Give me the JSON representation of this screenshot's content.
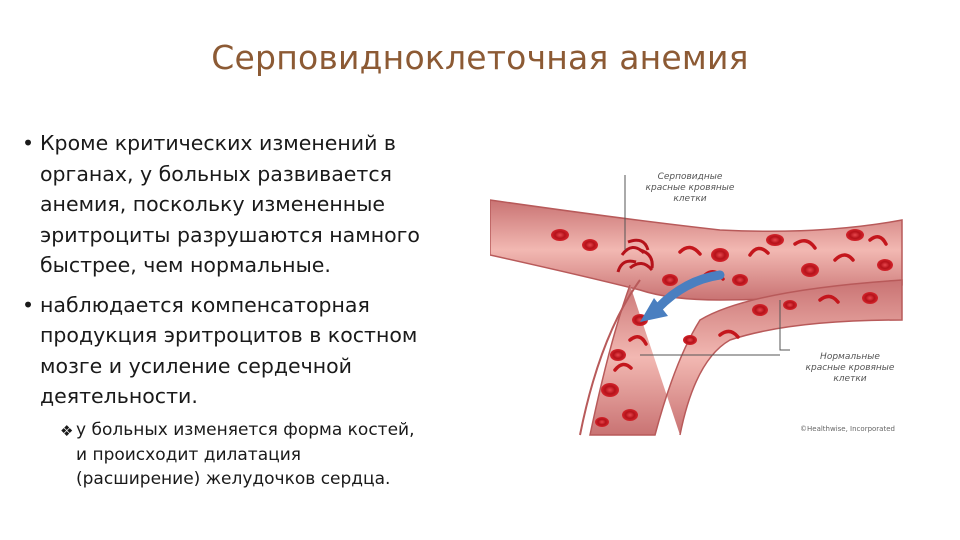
{
  "slide": {
    "title": "Серповидноклеточная анемия",
    "bullets": [
      {
        "marker": "•",
        "lines": [
          "Кроме критических изменений в",
          "органах, у больных развивается",
          "анемия, поскольку измененные",
          "эритроциты разрушаются намного",
          "быстрее, чем нормальные."
        ]
      },
      {
        "marker": "•",
        "lines": [
          "наблюдается компенсаторная",
          "продукция эритроцитов в костном",
          "мозге и усиление сердечной",
          "деятельности."
        ]
      }
    ],
    "sub_bullet": {
      "marker": "❖",
      "lines": [
        "у больных изменяется форма костей,",
        "и происходит дилатация",
        "(расширение) желудочков сердца."
      ]
    }
  },
  "figure": {
    "label_sickle": [
      "Серповидные",
      "красные кровяные",
      "клетки"
    ],
    "label_normal": [
      "Нормальные",
      "красные кровяные",
      "клетки"
    ],
    "copyright": "©Healthwise, Incorporated",
    "colors": {
      "vessel": "#d98a8a",
      "vessel_inner": "#f0b3ae",
      "cell": "#c4161c",
      "arrow": "#4a7fc0"
    }
  }
}
